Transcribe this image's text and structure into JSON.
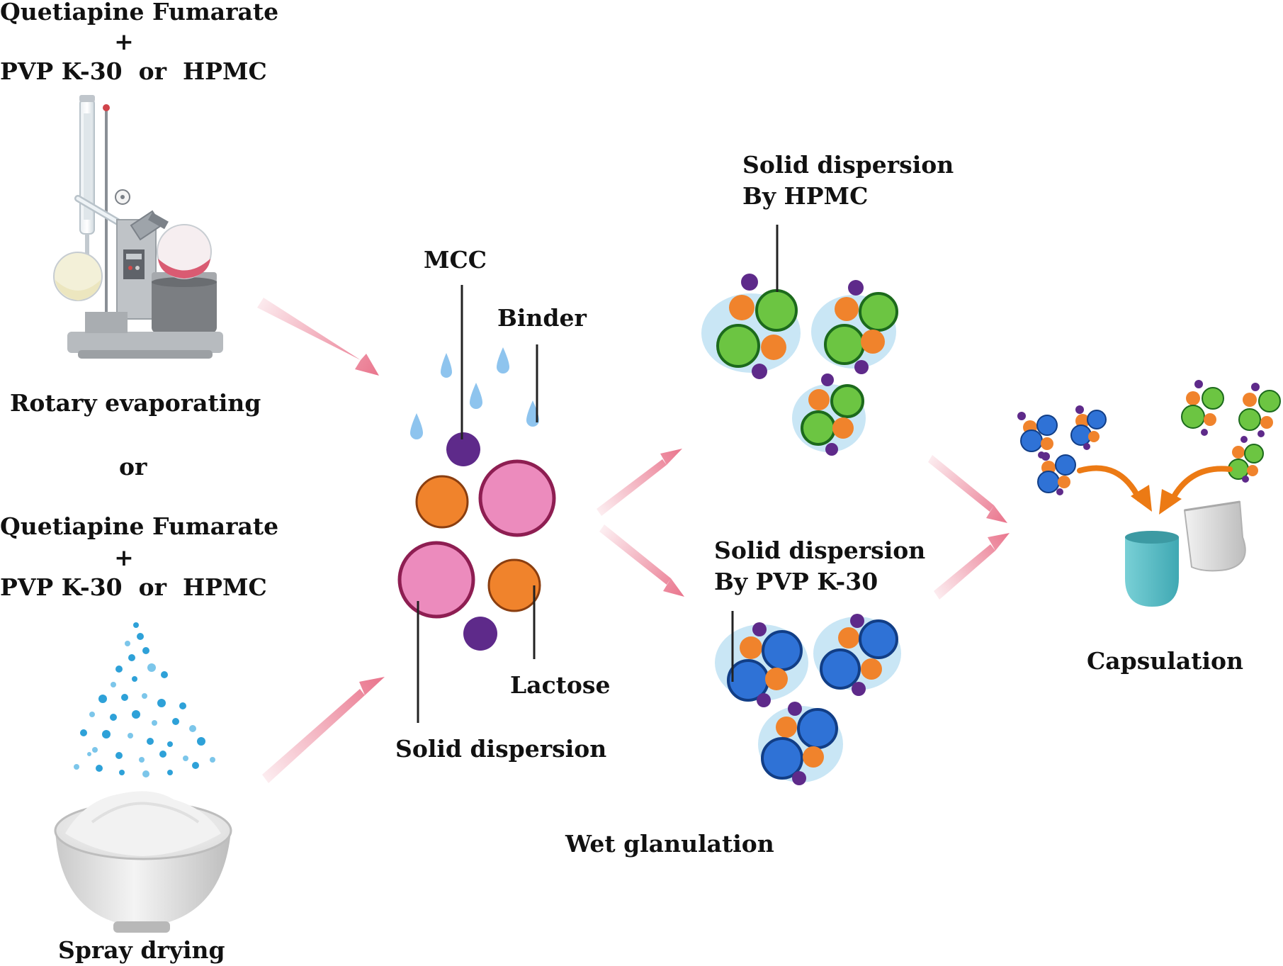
{
  "colors": {
    "arrow": "#e9738b",
    "orange": "#f0832c",
    "pink": "#ec8bbd",
    "pink_edge": "#8e1e52",
    "purple": "#5e2a8a",
    "green": "#6cc542",
    "blue": "#2f72d6",
    "drop": "#8ec4ee",
    "curved_arrow": "#ec7a14",
    "capsule_body": "#5ebfc8",
    "capsule_cap": "#d8d8d8"
  },
  "icons": [
    "rotary-evaporator-icon",
    "spray-mist-icon",
    "powder-bowl-icon",
    "capsule-icon",
    "binder-droplet-icon"
  ],
  "labels": {
    "top_reagent_line1": "Quetiapine Fumarate",
    "top_reagent_plus": "+",
    "top_reagent_line2": "PVP K-30  or  HPMC",
    "rotary": "Rotary evaporating",
    "or": "or",
    "bottom_reagent_line1": "Quetiapine Fumarate",
    "bottom_reagent_plus": "+",
    "bottom_reagent_line2": "PVP K-30  or  HPMC",
    "spray": "Spray drying",
    "mcc": "MCC",
    "binder": "Binder",
    "lactose": "Lactose",
    "solid_dispersion": "Solid dispersion",
    "wet_granulation": "Wet glanulation",
    "sd_hpmc_line1": "Solid dispersion",
    "sd_hpmc_line2": "By HPMC",
    "sd_pvp_line1": "Solid dispersion",
    "sd_pvp_line2": "By PVP K-30",
    "capsulation": "Capsulation"
  }
}
